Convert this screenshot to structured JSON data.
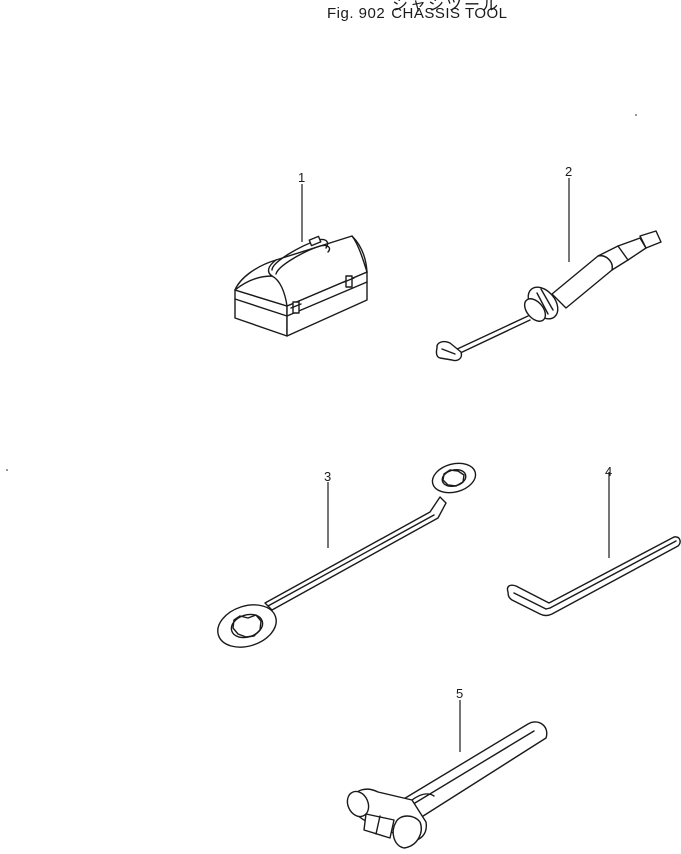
{
  "header": {
    "title_jp": "シャシツール",
    "fig_label": "Fig. 902",
    "title": "CHASSIS TOOL"
  },
  "callouts": [
    {
      "number": "1",
      "part": "tool-box"
    },
    {
      "number": "2",
      "part": "grease-gun"
    },
    {
      "number": "3",
      "part": "box-wrench"
    },
    {
      "number": "4",
      "part": "hex-key"
    },
    {
      "number": "5",
      "part": "hammer"
    }
  ]
}
